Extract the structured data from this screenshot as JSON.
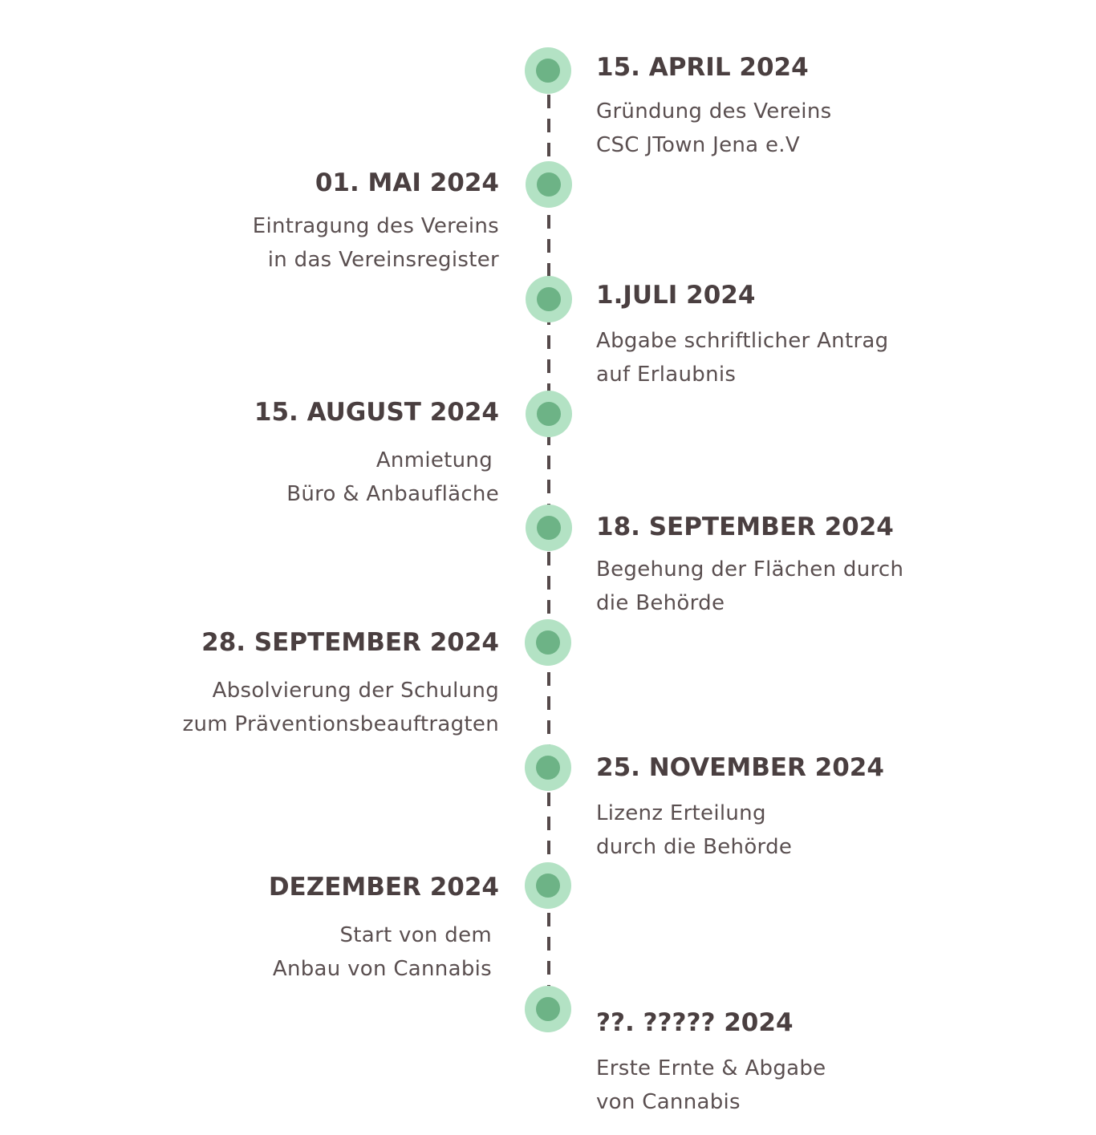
{
  "timeline": {
    "events": [
      {
        "date": "15. APRIL 2024",
        "lines": [
          "Gründung des Vereins",
          "CSC JTown Jena e.V"
        ]
      },
      {
        "date": "01. MAI 2024",
        "lines": [
          "Eintragung des Vereins",
          "in das Vereinsregister"
        ]
      },
      {
        "date": "1.JULI 2024",
        "lines": [
          "Abgabe schriftlicher Antrag",
          "auf Erlaubnis"
        ]
      },
      {
        "date": "15. AUGUST 2024",
        "lines": [
          "Anmietung",
          "Büro & Anbaufläche"
        ]
      },
      {
        "date": "18. SEPTEMBER 2024",
        "lines": [
          "Begehung der Flächen durch",
          "die Behörde"
        ]
      },
      {
        "date": "28. SEPTEMBER 2024",
        "lines": [
          "Absolvierung der Schulung",
          "zum Präventionsbeauftragten"
        ]
      },
      {
        "date": "25. NOVEMBER 2024",
        "lines": [
          "Lizenz Erteilung",
          "durch die Behörde"
        ]
      },
      {
        "date": "DEZEMBER 2024",
        "lines": [
          "Start von dem",
          "Anbau von Cannabis"
        ]
      },
      {
        "date": "??. ????? 2024",
        "lines": [
          "Erste Ernte & Abgabe",
          "von Cannabis"
        ]
      }
    ],
    "colors": {
      "node_outer": "#b3e2c4",
      "node_inner": "#6db386",
      "line": "#55494a",
      "date_text": "#4a3f40",
      "desc_text": "#5a4f50"
    }
  }
}
